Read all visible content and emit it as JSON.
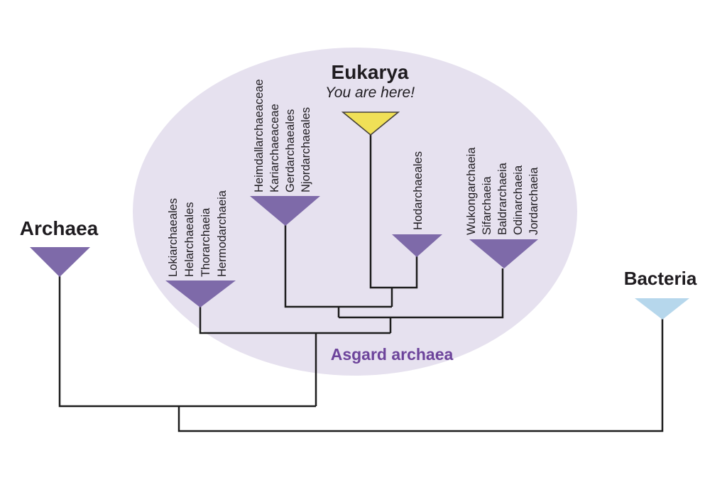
{
  "figure": {
    "kind": "phylogenetic-tree",
    "region_label": "Asgard archaea"
  },
  "colors": {
    "background": "#ffffff",
    "ellipse_fill": "#e6e1ef",
    "clade_purple": "#7e6aa9",
    "eukarya_yellow": "#f0e057",
    "eukarya_outline": "#45413a",
    "bacteria_blue": "#b6d7ec",
    "line": "#1c1c1c",
    "asgard_label": "#6d449b",
    "text": "#1f1c20"
  },
  "domains": {
    "archaea": {
      "label": "Archaea"
    },
    "bacteria": {
      "label": "Bacteria"
    },
    "eukarya": {
      "label": "Eukarya",
      "subtitle": "You are here!"
    }
  },
  "asgard": {
    "label": "Asgard archaea",
    "groups": {
      "loki": {
        "labels": [
          "Lokiarchaeales",
          "Helarchaeales",
          "Thorarchaeia",
          "Hermodarchaeia"
        ]
      },
      "heimdall": {
        "labels": [
          "Heimdallarchaeaceae",
          "Kariarchaeaceae",
          "Gerdarchaeales",
          "Njordarchaeales"
        ]
      },
      "hod": {
        "labels": [
          "Hodarchaeales"
        ]
      },
      "wukong": {
        "labels": [
          "Wukongarchaeia",
          "Sifarchaeia",
          "Baldrarchaeia",
          "Odinarchaeia",
          "Jordarchaeia"
        ]
      }
    }
  },
  "chart_data": {
    "type": "cladogram",
    "domains": [
      "Archaea",
      "Bacteria",
      "Eukarya"
    ],
    "highlight_region": "Asgard archaea",
    "tips": [
      "Archaea",
      "Lokiarchaeales+Helarchaeales+Thorarchaeia+Hermodarchaeia",
      "Heimdallarchaeaceae+Kariarchaeaceae+Gerdarchaeales+Njordarchaeales",
      "Eukarya",
      "Hodarchaeales",
      "Wukongarchaeia+Sifarchaeia+Baldrarchaeia+Odinarchaeia+Jordarchaeia",
      "Bacteria"
    ],
    "topology_newick": "((Archaea,(Loki-group,((Heimdall-group,(Eukarya,Hodarchaeales)),Wukong-group))),Bacteria);"
  }
}
